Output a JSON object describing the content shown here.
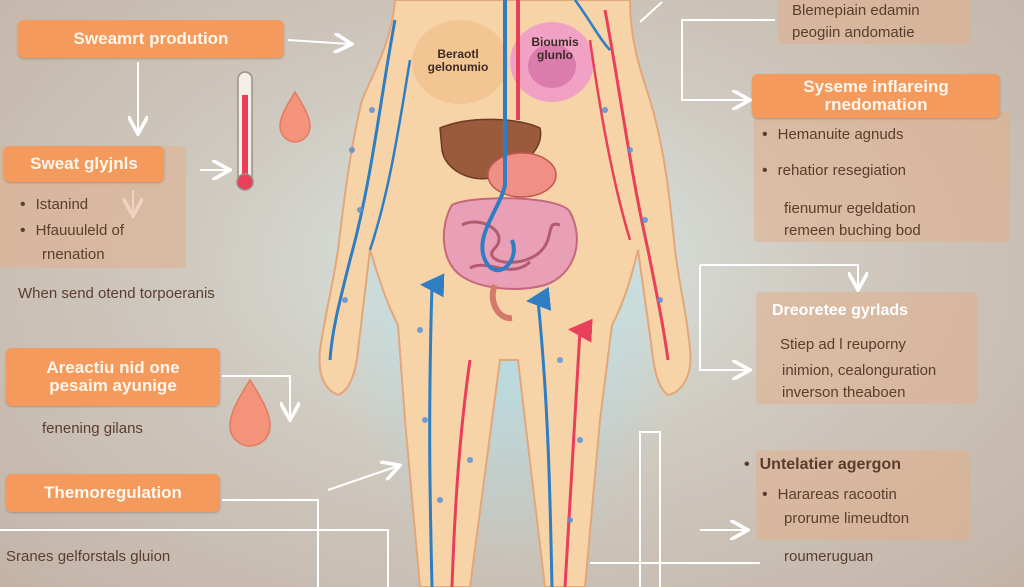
{
  "left": {
    "tag_sweat_production": "Sweamrt prodution",
    "tag_sweat_glands": "Sweat glyjnls",
    "sweat_glands_items": [
      "Istanind",
      "Hfauuuleld of",
      "rnenation"
    ],
    "note_sweat_temp": "When send otend torpoeranis",
    "tag_areactive": "Areactiu nid one\npesaim ayunige",
    "note_faceting": "fenening gilans",
    "tag_thermoregulation": "Themoregulation",
    "note_sranes": "Sranes gelforstals gluion"
  },
  "body_labels": {
    "chest_left": "Beraotl\ngelonumio",
    "chest_right": "Bioumis\nglunlo"
  },
  "right": {
    "top_caption_line1": "Blemepiain edamin",
    "top_caption_line2": "peogiin andomatie",
    "tag_systemic": "Syseme inflareing\nrnedomation",
    "systemic_items": [
      "Hemanuite agnuds",
      "rehatior resegiation"
    ],
    "systemic_note_line1": "fienumur egeldation",
    "systemic_note_line2": "remeen buching bod",
    "tag_dreorete": "Dreoretee gyrlads",
    "dreorete_line1": "Stiep ad l reuporny",
    "dreorete_line2": "inimion, cealonguration",
    "dreorete_line3": "inverson theaboen",
    "tag_untelater": "Untelatier agergon",
    "untelater_line1": "Harareas racootin",
    "untelater_line2": "prorume limeudton",
    "untelater_note": "roumeruguan"
  },
  "icons": [
    "thermometer-icon",
    "sweat-drop-icon"
  ],
  "colors": {
    "tag_orange": "#f39a5c",
    "skin": "#f6d4a8",
    "artery_red": "#e8405a",
    "vein_blue": "#2f7ec4",
    "liver": "#9a5a3c",
    "intestine": "#e58a7e"
  }
}
